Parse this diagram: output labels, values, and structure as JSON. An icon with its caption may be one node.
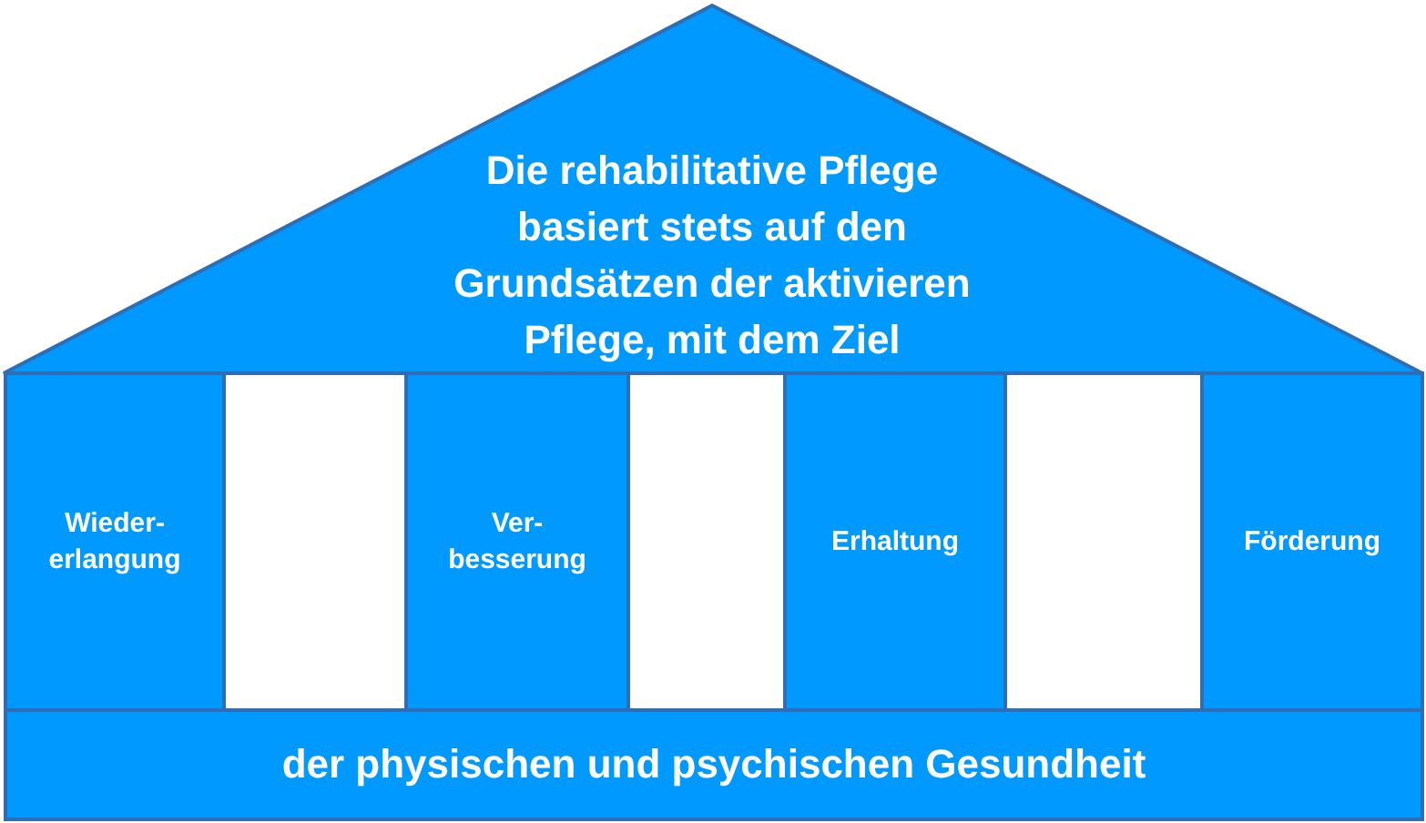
{
  "diagram": {
    "nodes": [
      {
        "text": [
          "Die rehabilitative Pflege basiert stets auf den Grundsätzen der aktivieren Pflege, mit dem Ziel"
        ]
      },
      {
        "text": [
          "Wieder- erlangung"
        ]
      },
      {
        "text": [
          "Ver- besserung"
        ]
      },
      {
        "text": [
          "Erhaltung"
        ]
      },
      {
        "text": [
          "Förderung"
        ]
      },
      {
        "text": [
          "der physischen und psychischen Gesundheit"
        ]
      }
    ],
    "edges": []
  }
}
